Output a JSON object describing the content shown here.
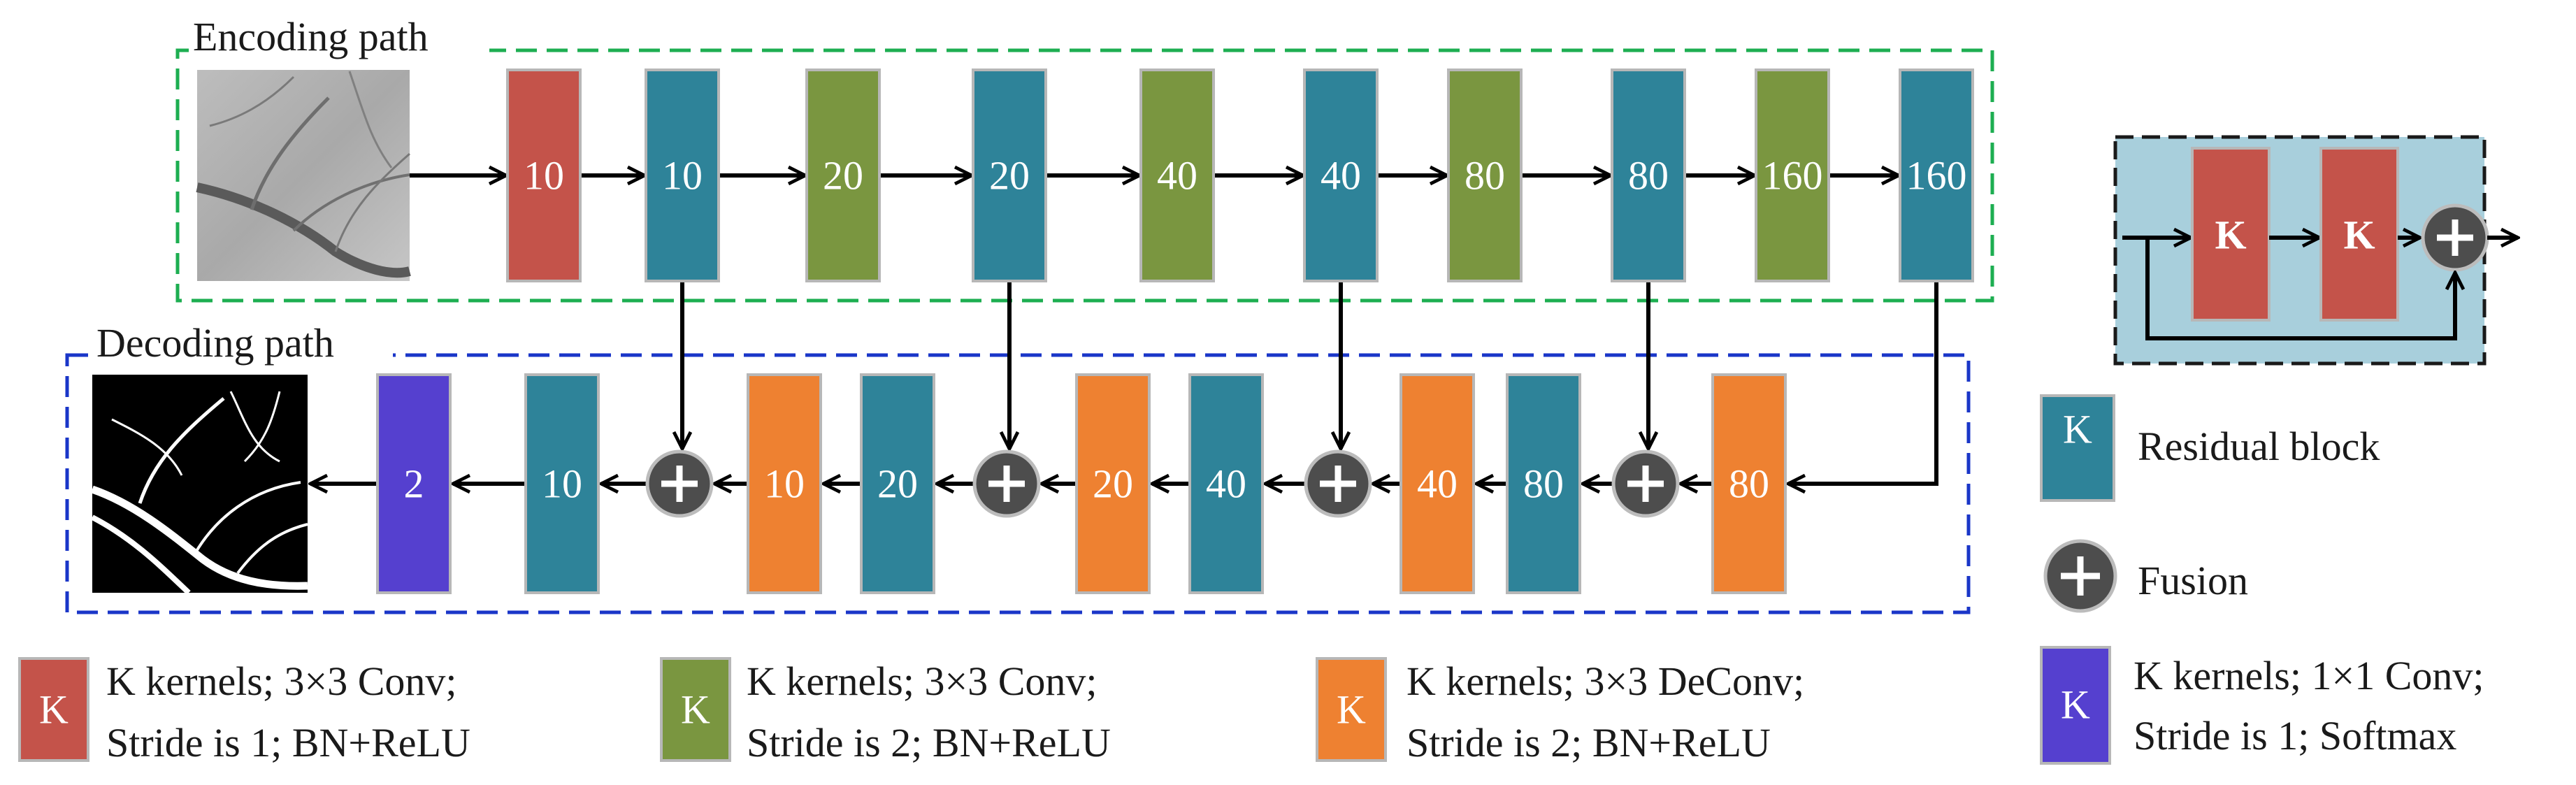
{
  "titles": {
    "encoding": "Encoding path",
    "decoding": "Decoding path"
  },
  "colors": {
    "conv_s1": "#C4534A",
    "conv_s2": "#7A9640",
    "residual": "#2E8399",
    "deconv": "#EE8131",
    "softmax": "#5540CF",
    "fusion": "#4D4D4D",
    "encoding_border": "#1DAE51",
    "decoding_border": "#1A36C8",
    "residual_bg": "#A8CFDC"
  },
  "encoder": {
    "input_image": "retinal-fundus-grayscale-patch",
    "blocks": [
      {
        "label": "10",
        "kind": "conv_s1"
      },
      {
        "label": "10",
        "kind": "residual"
      },
      {
        "label": "20",
        "kind": "conv_s2"
      },
      {
        "label": "20",
        "kind": "residual"
      },
      {
        "label": "40",
        "kind": "conv_s2"
      },
      {
        "label": "40",
        "kind": "residual"
      },
      {
        "label": "80",
        "kind": "conv_s2"
      },
      {
        "label": "80",
        "kind": "residual"
      },
      {
        "label": "160",
        "kind": "conv_s2"
      },
      {
        "label": "160",
        "kind": "residual"
      }
    ]
  },
  "decoder": {
    "output_image": "vessel-segmentation-mask",
    "blocks": [
      {
        "label": "2",
        "kind": "softmax"
      },
      {
        "label": "10",
        "kind": "residual"
      },
      {
        "label": "10",
        "kind": "deconv"
      },
      {
        "label": "20",
        "kind": "residual"
      },
      {
        "label": "20",
        "kind": "deconv"
      },
      {
        "label": "40",
        "kind": "residual"
      },
      {
        "label": "40",
        "kind": "deconv"
      },
      {
        "label": "80",
        "kind": "residual"
      },
      {
        "label": "80",
        "kind": "deconv"
      }
    ]
  },
  "residual_detail": {
    "k1": "K",
    "k2": "K"
  },
  "legend": {
    "residual": {
      "symbol": "K",
      "text": "Residual block"
    },
    "fusion": {
      "text": "Fusion"
    },
    "conv_s1": {
      "symbol": "K",
      "line1": "K kernels; 3×3 Conv;",
      "line2": "Stride is 1; BN+ReLU"
    },
    "conv_s2": {
      "symbol": "K",
      "line1": "K kernels; 3×3 Conv;",
      "line2": "Stride is 2; BN+ReLU"
    },
    "deconv": {
      "symbol": "K",
      "line1": "K kernels; 3×3 DeConv;",
      "line2": "Stride is 2; BN+ReLU"
    },
    "softmax": {
      "symbol": "K",
      "line1": "K kernels; 1×1 Conv;",
      "line2": "Stride is 1; Softmax"
    }
  }
}
